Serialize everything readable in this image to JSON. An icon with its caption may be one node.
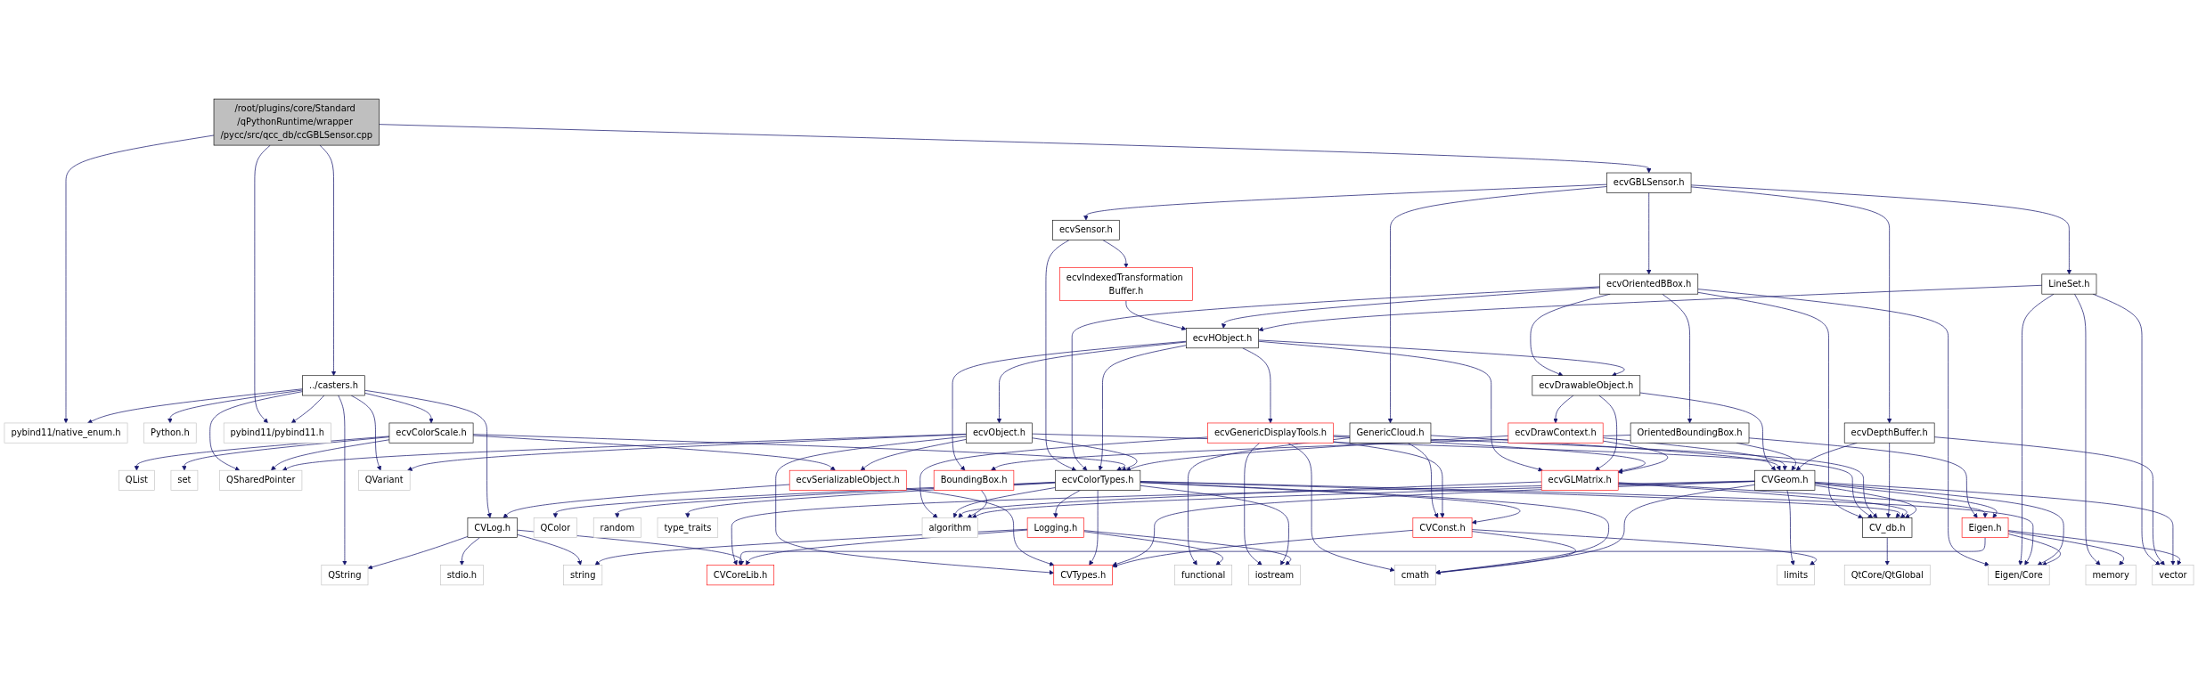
{
  "diagram": {
    "nodes": [
      {
        "text": [
          "/root/plugins/core/Standard /qPythonRuntime/wrapper /pycc/src/qcc_db/ccGBLSensor.cpp"
        ]
      },
      {
        "text": [
          "ecvGBLSensor.h"
        ]
      },
      {
        "text": [
          "ecvSensor.h"
        ]
      },
      {
        "text": [
          "ecvIndexedTransformation Buffer.h"
        ]
      },
      {
        "text": [
          "ecvOrientedBBox.h"
        ]
      },
      {
        "text": [
          "LineSet.h"
        ]
      },
      {
        "text": [
          "ecvHObject.h"
        ]
      },
      {
        "text": [
          "../casters.h"
        ]
      },
      {
        "text": [
          "ecvDrawableObject.h"
        ]
      },
      {
        "text": [
          "pybind11/native_enum.h"
        ]
      },
      {
        "text": [
          "Python.h"
        ]
      },
      {
        "text": [
          "ecvColorScale.h"
        ]
      },
      {
        "text": [
          "pybind11/pybind11.h"
        ]
      },
      {
        "text": [
          "ecvObject.h"
        ]
      },
      {
        "text": [
          "GenericCloud.h"
        ]
      },
      {
        "text": [
          "ecvGenericDisplayTools.h"
        ]
      },
      {
        "text": [
          "ecvDrawContext.h"
        ]
      },
      {
        "text": [
          "OrientedBoundingBox.h"
        ]
      },
      {
        "text": [
          "ecvDepthBuffer.h"
        ]
      },
      {
        "text": [
          "QList"
        ]
      },
      {
        "text": [
          "set"
        ]
      },
      {
        "text": [
          "QSharedPointer"
        ]
      },
      {
        "text": [
          "ecvSerializableObject.h"
        ]
      },
      {
        "text": [
          "QVariant"
        ]
      },
      {
        "text": [
          "ecvColorTypes.h"
        ]
      },
      {
        "text": [
          "ecvGLMatrix.h"
        ]
      },
      {
        "text": [
          "BoundingBox.h"
        ]
      },
      {
        "text": [
          "CVGeom.h"
        ]
      },
      {
        "text": [
          "CVLog.h"
        ]
      },
      {
        "text": [
          "Logging.h"
        ]
      },
      {
        "text": [
          "QColor"
        ]
      },
      {
        "text": [
          "random"
        ]
      },
      {
        "text": [
          "type_traits"
        ]
      },
      {
        "text": [
          "CVConst.h"
        ]
      },
      {
        "text": [
          "CV_db.h"
        ]
      },
      {
        "text": [
          "algorithm"
        ]
      },
      {
        "text": [
          "Eigen.h"
        ]
      },
      {
        "text": [
          "QString"
        ]
      },
      {
        "text": [
          "stdio.h"
        ]
      },
      {
        "text": [
          "string"
        ]
      },
      {
        "text": [
          "functional"
        ]
      },
      {
        "text": [
          "iostream"
        ]
      },
      {
        "text": [
          "CVCoreLib.h"
        ]
      },
      {
        "text": [
          "CVTypes.h"
        ]
      },
      {
        "text": [
          "cmath"
        ]
      },
      {
        "text": [
          "limits"
        ]
      },
      {
        "text": [
          "QtCore/QtGlobal"
        ]
      },
      {
        "text": [
          "Eigen/Core"
        ]
      },
      {
        "text": [
          "memory"
        ]
      },
      {
        "text": [
          "vector"
        ]
      }
    ],
    "edges": [
      {
        "from": 0,
        "to": 1,
        "arrow": "to"
      },
      {
        "from": 0,
        "to": 7,
        "arrow": "to"
      },
      {
        "from": 0,
        "to": 9,
        "arrow": "to"
      },
      {
        "from": 0,
        "to": 12,
        "arrow": "to"
      },
      {
        "from": 1,
        "to": 2,
        "arrow": "to"
      },
      {
        "from": 1,
        "to": 4,
        "arrow": "to"
      },
      {
        "from": 1,
        "to": 5,
        "arrow": "to"
      },
      {
        "from": 1,
        "to": 14,
        "arrow": "to"
      },
      {
        "from": 1,
        "to": 18,
        "arrow": "to"
      },
      {
        "from": 2,
        "to": 3,
        "arrow": "to"
      },
      {
        "from": 2,
        "to": 24,
        "arrow": "to"
      },
      {
        "from": 3,
        "to": 6,
        "arrow": "to"
      },
      {
        "from": 4,
        "to": 6,
        "arrow": "to"
      },
      {
        "from": 4,
        "to": 8,
        "arrow": "to"
      },
      {
        "from": 4,
        "to": 24,
        "arrow": "to"
      },
      {
        "from": 4,
        "to": 34,
        "arrow": "to"
      },
      {
        "from": 4,
        "to": 17,
        "arrow": "to"
      },
      {
        "from": 4,
        "to": 47,
        "arrow": "to"
      },
      {
        "from": 5,
        "to": 6,
        "arrow": "to"
      },
      {
        "from": 5,
        "to": 47,
        "arrow": "to"
      },
      {
        "from": 5,
        "to": 48,
        "arrow": "to"
      },
      {
        "from": 5,
        "to": 49,
        "arrow": "to"
      },
      {
        "from": 6,
        "to": 13,
        "arrow": "to"
      },
      {
        "from": 6,
        "to": 24,
        "arrow": "to"
      },
      {
        "from": 6,
        "to": 15,
        "arrow": "to"
      },
      {
        "from": 6,
        "to": 25,
        "arrow": "to"
      },
      {
        "from": 6,
        "to": 8,
        "arrow": "to"
      },
      {
        "from": 6,
        "to": 26,
        "arrow": "to"
      },
      {
        "from": 7,
        "to": 9,
        "arrow": "to"
      },
      {
        "from": 7,
        "to": 10,
        "arrow": "to"
      },
      {
        "from": 7,
        "to": 11,
        "arrow": "to"
      },
      {
        "from": 7,
        "to": 12,
        "arrow": "to"
      },
      {
        "from": 7,
        "to": 21,
        "arrow": "to"
      },
      {
        "from": 7,
        "to": 23,
        "arrow": "to"
      },
      {
        "from": 7,
        "to": 28,
        "arrow": "to"
      },
      {
        "from": 7,
        "to": 37,
        "arrow": "to"
      },
      {
        "from": 8,
        "to": 16,
        "arrow": "to"
      },
      {
        "from": 8,
        "to": 25,
        "arrow": "to"
      },
      {
        "from": 8,
        "to": 27,
        "arrow": "to"
      },
      {
        "from": 11,
        "to": 19,
        "arrow": "to"
      },
      {
        "from": 11,
        "to": 20,
        "arrow": "to"
      },
      {
        "from": 11,
        "to": 21,
        "arrow": "to"
      },
      {
        "from": 11,
        "to": 22,
        "arrow": "to"
      },
      {
        "from": 11,
        "to": 24,
        "arrow": "to"
      },
      {
        "from": 13,
        "to": 21,
        "arrow": "to"
      },
      {
        "from": 13,
        "to": 22,
        "arrow": "to"
      },
      {
        "from": 13,
        "to": 23,
        "arrow": "to"
      },
      {
        "from": 13,
        "to": 24,
        "arrow": "to"
      },
      {
        "from": 13,
        "to": 34,
        "arrow": "to"
      },
      {
        "from": 13,
        "to": 43,
        "arrow": "to"
      },
      {
        "from": 14,
        "to": 33,
        "arrow": "to"
      },
      {
        "from": 14,
        "to": 27,
        "arrow": "to"
      },
      {
        "from": 14,
        "to": 40,
        "arrow": "to"
      },
      {
        "from": 15,
        "to": 41,
        "arrow": "to"
      },
      {
        "from": 15,
        "to": 33,
        "arrow": "to"
      },
      {
        "from": 15,
        "to": 34,
        "arrow": "to"
      },
      {
        "from": 15,
        "to": 25,
        "arrow": "to"
      },
      {
        "from": 15,
        "to": 35,
        "arrow": "to"
      },
      {
        "from": 15,
        "to": 44,
        "arrow": "to"
      },
      {
        "from": 16,
        "to": 24,
        "arrow": "to"
      },
      {
        "from": 16,
        "to": 25,
        "arrow": "to"
      },
      {
        "from": 16,
        "to": 27,
        "arrow": "to"
      },
      {
        "from": 17,
        "to": 26,
        "arrow": "to"
      },
      {
        "from": 17,
        "to": 27,
        "arrow": "to"
      },
      {
        "from": 17,
        "to": 36,
        "arrow": "to"
      },
      {
        "from": 18,
        "to": 27,
        "arrow": "to"
      },
      {
        "from": 18,
        "to": 34,
        "arrow": "to"
      },
      {
        "from": 18,
        "to": 49,
        "arrow": "to"
      },
      {
        "from": 22,
        "to": 28,
        "arrow": "to"
      },
      {
        "from": 22,
        "to": 43,
        "arrow": "to"
      },
      {
        "from": 24,
        "to": 29,
        "arrow": "to"
      },
      {
        "from": 24,
        "to": 30,
        "arrow": "to"
      },
      {
        "from": 24,
        "to": 31,
        "arrow": "to"
      },
      {
        "from": 24,
        "to": 32,
        "arrow": "to"
      },
      {
        "from": 24,
        "to": 33,
        "arrow": "to"
      },
      {
        "from": 24,
        "to": 34,
        "arrow": "to"
      },
      {
        "from": 24,
        "to": 35,
        "arrow": "to"
      },
      {
        "from": 24,
        "to": 41,
        "arrow": "to"
      },
      {
        "from": 24,
        "to": 43,
        "arrow": "to"
      },
      {
        "from": 24,
        "to": 44,
        "arrow": "to"
      },
      {
        "from": 24,
        "to": 47,
        "arrow": "to"
      },
      {
        "from": 25,
        "to": 34,
        "arrow": "to"
      },
      {
        "from": 25,
        "to": 35,
        "arrow": "to"
      },
      {
        "from": 25,
        "to": 36,
        "arrow": "to"
      },
      {
        "from": 26,
        "to": 35,
        "arrow": "to"
      },
      {
        "from": 27,
        "to": 34,
        "arrow": "to"
      },
      {
        "from": 27,
        "to": 35,
        "arrow": "to"
      },
      {
        "from": 27,
        "to": 36,
        "arrow": "to"
      },
      {
        "from": 27,
        "to": 42,
        "arrow": "to"
      },
      {
        "from": 27,
        "to": 43,
        "arrow": "to"
      },
      {
        "from": 27,
        "to": 44,
        "arrow": "to"
      },
      {
        "from": 27,
        "to": 45,
        "arrow": "to"
      },
      {
        "from": 27,
        "to": 47,
        "arrow": "to"
      },
      {
        "from": 27,
        "to": 49,
        "arrow": "to"
      },
      {
        "from": 28,
        "to": 37,
        "arrow": "to"
      },
      {
        "from": 28,
        "to": 38,
        "arrow": "to"
      },
      {
        "from": 28,
        "to": 39,
        "arrow": "to"
      },
      {
        "from": 28,
        "to": 42,
        "arrow": "to"
      },
      {
        "from": 29,
        "to": 39,
        "arrow": "to"
      },
      {
        "from": 29,
        "to": 40,
        "arrow": "to"
      },
      {
        "from": 29,
        "to": 41,
        "arrow": "to"
      },
      {
        "from": 29,
        "to": 42,
        "arrow": "to"
      },
      {
        "from": 33,
        "to": 43,
        "arrow": "to"
      },
      {
        "from": 33,
        "to": 44,
        "arrow": "to"
      },
      {
        "from": 33,
        "to": 45,
        "arrow": "to"
      },
      {
        "from": 34,
        "to": 46,
        "arrow": "to"
      },
      {
        "from": 36,
        "to": 42,
        "arrow": "to"
      },
      {
        "from": 36,
        "to": 47,
        "arrow": "to"
      },
      {
        "from": 36,
        "to": 48,
        "arrow": "to"
      },
      {
        "from": 36,
        "to": 49,
        "arrow": "to"
      }
    ]
  }
}
